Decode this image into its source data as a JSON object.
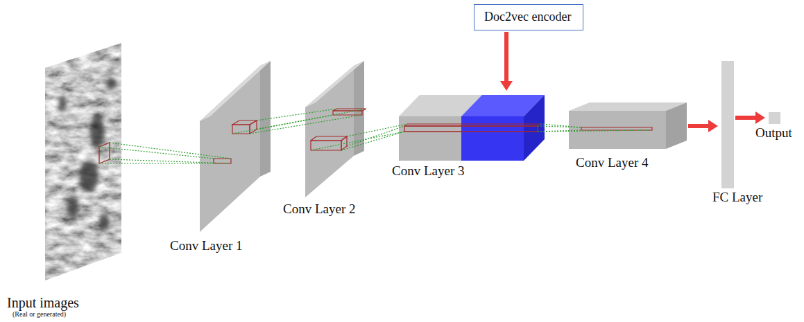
{
  "diagram": {
    "nodes": [
      {
        "text": [
          "Input images",
          "(Real or generated)"
        ]
      },
      {
        "text": [
          "Conv Layer 1"
        ]
      },
      {
        "text": [
          "Conv Layer 2"
        ]
      },
      {
        "text": [
          "Doc2vec encoder"
        ]
      },
      {
        "text": [
          "Conv Layer 3"
        ]
      },
      {
        "text": [
          "Conv Layer 4"
        ]
      },
      {
        "text": [
          "FC Layer"
        ]
      },
      {
        "text": [
          "Output"
        ]
      }
    ],
    "edges": [
      {
        "from": 0,
        "to": 1,
        "arrow": "none"
      },
      {
        "from": 1,
        "to": 2,
        "arrow": "none"
      },
      {
        "from": 2,
        "to": 4,
        "arrow": "none"
      },
      {
        "from": 3,
        "to": 4,
        "arrow": "to"
      },
      {
        "from": 4,
        "to": 5,
        "arrow": "none"
      },
      {
        "from": 5,
        "to": 6,
        "arrow": "to"
      },
      {
        "from": 6,
        "to": 7,
        "arrow": "to"
      }
    ]
  }
}
